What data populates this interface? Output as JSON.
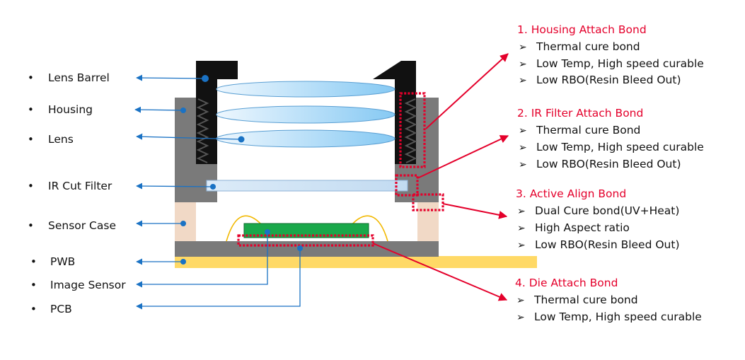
{
  "colors": {
    "housing": "#7a7a7a",
    "barrel": "#111111",
    "sensor_case": "#f1d9c6",
    "pwb": "#ffd966",
    "sensor": "#1aa84a",
    "callout_line": "#1a72c4",
    "bond": "#e4002b",
    "wire": "#f2b800",
    "lens_light": "#e6f3fd",
    "lens_dark": "#86c9f3",
    "ir_filter": "#cfe3f5"
  },
  "component_labels": [
    {
      "bullet": "•",
      "text": "Lens Barrel"
    },
    {
      "bullet": "•",
      "text": "Housing"
    },
    {
      "bullet": "•",
      "text": "Lens"
    },
    {
      "bullet": "•",
      "text": "IR Cut Filter"
    },
    {
      "bullet": "•",
      "text": "Sensor Case"
    },
    {
      "bullet": "•",
      "text": "PWB"
    },
    {
      "bullet": "•",
      "text": "Image Sensor"
    },
    {
      "bullet": "•",
      "text": "PCB"
    }
  ],
  "bond_groups": [
    {
      "heading": "1.  Housing Attach Bond",
      "items": [
        {
          "marker": "➢",
          "text": "Thermal cure bond"
        },
        {
          "marker": "➢",
          "text": "Low Temp, High speed curable"
        },
        {
          "marker": "➢",
          "text": "Low RBO(Resin Bleed Out)"
        }
      ]
    },
    {
      "heading": "2.  IR Filter Attach Bond",
      "items": [
        {
          "marker": "➢",
          "text": "Thermal cure Bond"
        },
        {
          "marker": "➢",
          "text": "Low Temp, High speed curable"
        },
        {
          "marker": "➢",
          "text": "Low RBO(Resin Bleed Out)"
        }
      ]
    },
    {
      "heading": "3.  Active Align Bond",
      "items": [
        {
          "marker": "➢",
          "text": "Dual Cure bond(UV+Heat)"
        },
        {
          "marker": "➢",
          "text": "High Aspect ratio"
        },
        {
          "marker": "➢",
          "text": "Low RBO(Resin Bleed Out)"
        }
      ]
    },
    {
      "heading": "4.  Die Attach Bond",
      "items": [
        {
          "marker": "➢",
          "text": "Thermal cure bond"
        },
        {
          "marker": "➢",
          "text": "Low Temp, High speed curable"
        }
      ]
    }
  ]
}
